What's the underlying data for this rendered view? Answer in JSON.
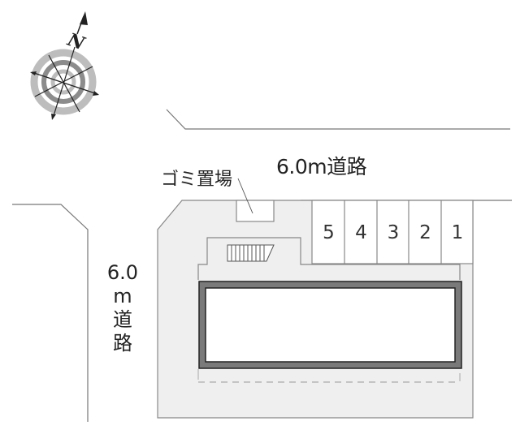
{
  "compass": {
    "label": "N",
    "icon": "compass-rose-icon"
  },
  "roads": {
    "top": {
      "label": "6.0m道路"
    },
    "left": {
      "parts": [
        "6.0",
        "m",
        "道",
        "路"
      ]
    }
  },
  "facilities": {
    "garbage": {
      "label": "ゴミ置場"
    },
    "stairs": {
      "icon": "stairs-icon"
    }
  },
  "parking": {
    "slots": [
      {
        "number": "5"
      },
      {
        "number": "4"
      },
      {
        "number": "3"
      },
      {
        "number": "2"
      },
      {
        "number": "1"
      }
    ]
  },
  "colors": {
    "lot_fill": "#efefef",
    "line": "#888888",
    "building_wall": "#7a7a7a",
    "building_outline": "#222222"
  }
}
